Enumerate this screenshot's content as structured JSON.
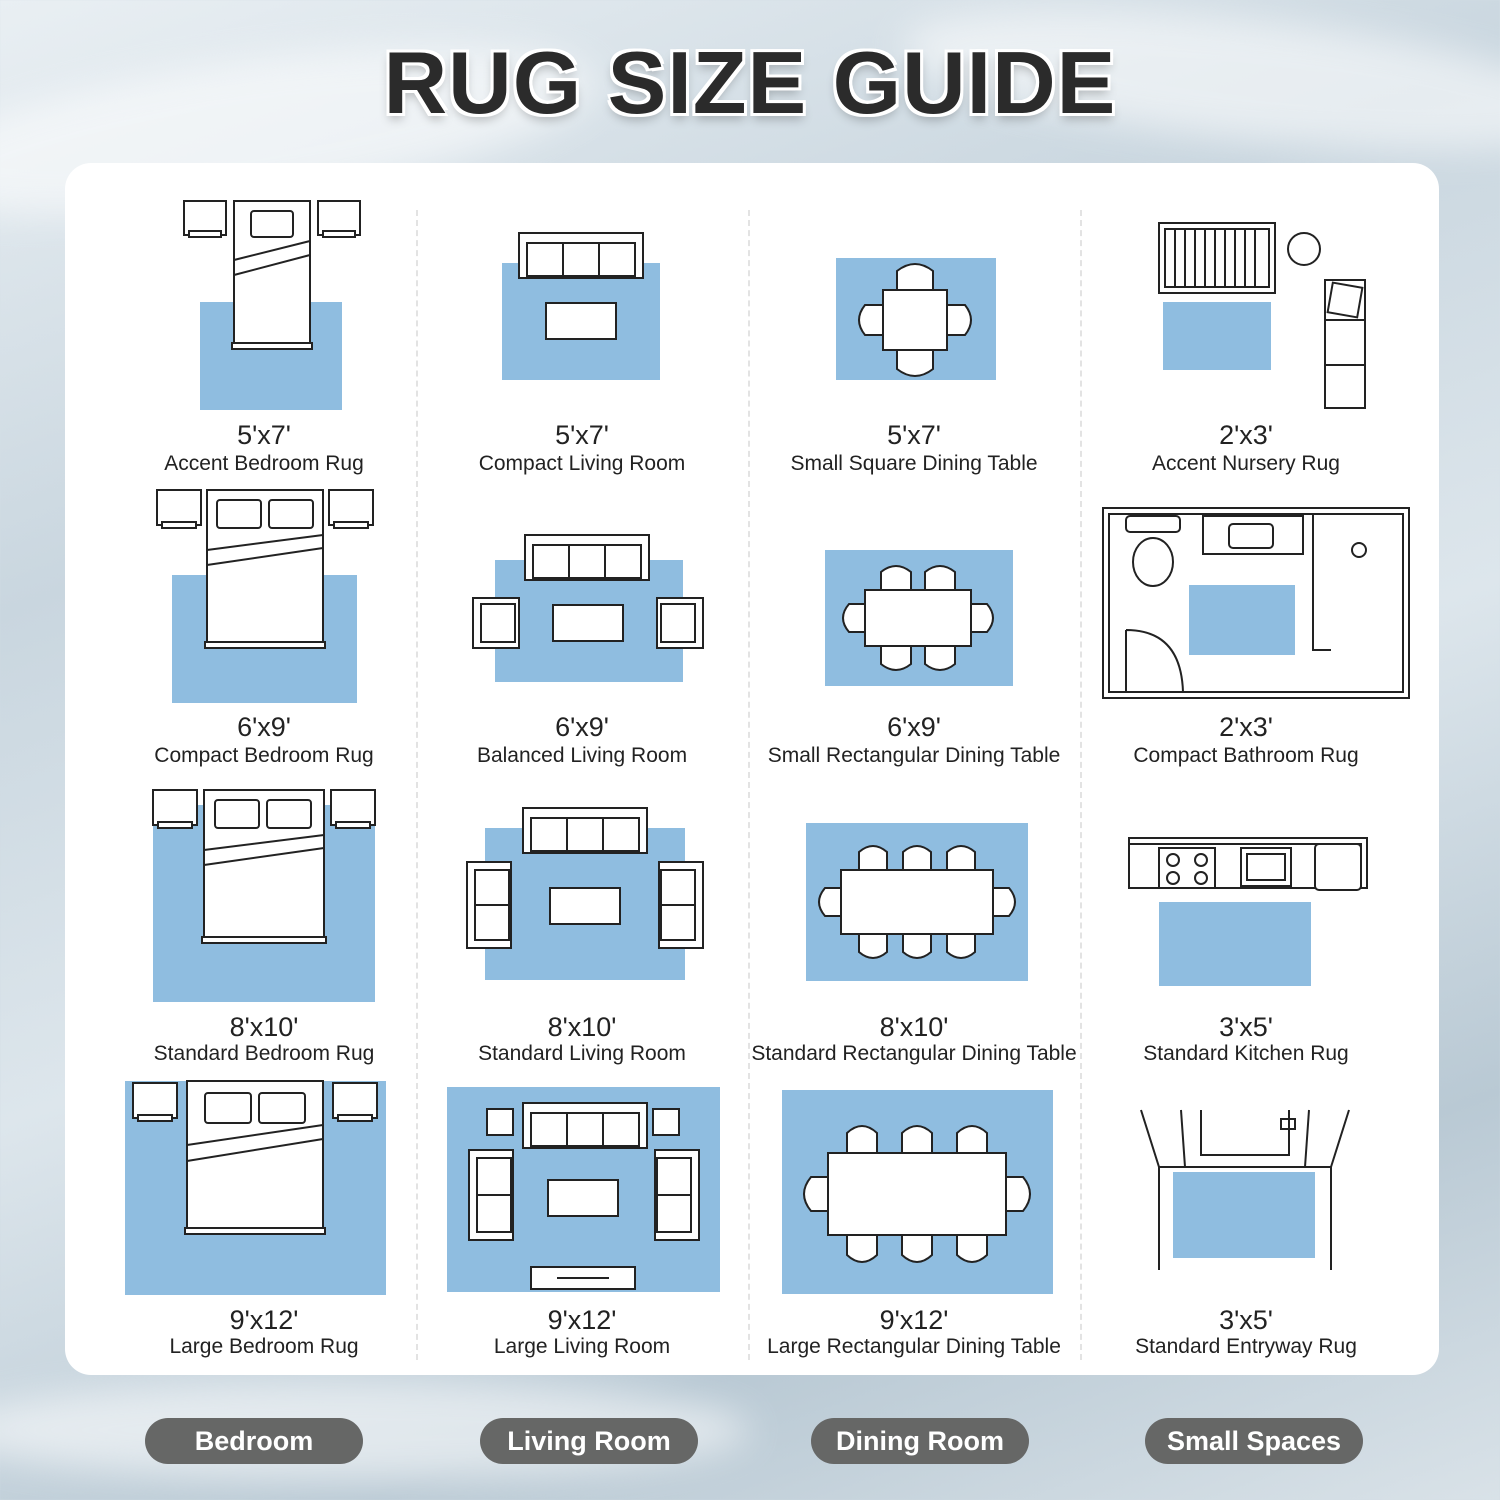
{
  "title": "RUG SIZE GUIDE",
  "colors": {
    "rug": "#8fbde0",
    "pill": "#666766",
    "panel": "#ffffff"
  },
  "categories": [
    "Bedroom",
    "Living Room",
    "Dining Room",
    "Small Spaces"
  ],
  "grid": [
    [
      {
        "size": "5'x7'",
        "name": "Accent Bedroom Rug",
        "icon": "bed-twin-icon"
      },
      {
        "size": "5'x7'",
        "name": "Compact Living Room",
        "icon": "living-sofa-icon"
      },
      {
        "size": "5'x7'",
        "name": "Small Square Dining Table",
        "icon": "dining-square-icon"
      },
      {
        "size": "2'x3'",
        "name": "Accent Nursery Rug",
        "icon": "nursery-crib-icon"
      }
    ],
    [
      {
        "size": "6'x9'",
        "name": "Compact Bedroom Rug",
        "icon": "bed-full-icon"
      },
      {
        "size": "6'x9'",
        "name": "Balanced Living Room",
        "icon": "living-sofa-chairs-icon"
      },
      {
        "size": "6'x9'",
        "name": "Small Rectangular Dining Table",
        "icon": "dining-rect-6-icon"
      },
      {
        "size": "2'x3'",
        "name": "Compact Bathroom Rug",
        "icon": "bathroom-floorplan-icon"
      }
    ],
    [
      {
        "size": "8'x10'",
        "name": "Standard Bedroom Rug",
        "icon": "bed-queen-icon"
      },
      {
        "size": "8'x10'",
        "name": "Standard Living Room",
        "icon": "living-sofa-loveseats-icon"
      },
      {
        "size": "8'x10'",
        "name": "Standard Rectangular Dining Table",
        "icon": "dining-rect-8-icon"
      },
      {
        "size": "3'x5'",
        "name": "Standard Kitchen Rug",
        "icon": "kitchen-counter-icon"
      }
    ],
    [
      {
        "size": "9'x12'",
        "name": "Large Bedroom Rug",
        "icon": "bed-king-icon"
      },
      {
        "size": "9'x12'",
        "name": "Large Living Room",
        "icon": "living-full-set-icon"
      },
      {
        "size": "9'x12'",
        "name": "Large Rectangular Dining Table",
        "icon": "dining-rect-10-icon"
      },
      {
        "size": "3'x5'",
        "name": "Standard Entryway Rug",
        "icon": "entryway-door-icon"
      }
    ]
  ]
}
